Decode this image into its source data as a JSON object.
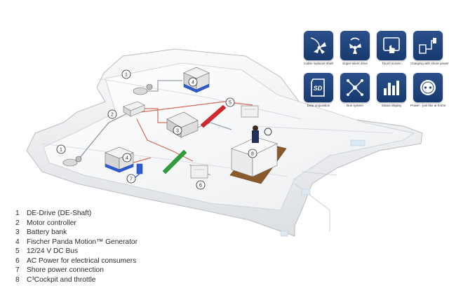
{
  "icons": [
    {
      "icon": "propeller-shaft-icon",
      "caption": "Cable replaces shaft"
    },
    {
      "icon": "silent-propeller-icon",
      "caption": "Super-silent drive"
    },
    {
      "icon": "touch-screen-icon",
      "caption": "Touch screen"
    },
    {
      "icon": "shore-power-charging-icon",
      "caption": "Charging with shore power"
    },
    {
      "icon": "sd-card-icon",
      "caption": "Data acquisition"
    },
    {
      "icon": "bus-system-icon",
      "caption": "Bus system"
    },
    {
      "icon": "status-display-icon",
      "caption": "Status display"
    },
    {
      "icon": "power-socket-icon",
      "caption": "Power - just like at home"
    }
  ],
  "legend": [
    {
      "number": "1",
      "text": "DE-Drive (DE-Shaft)"
    },
    {
      "number": "2",
      "text": "Motor controller"
    },
    {
      "number": "3",
      "text": "Battery bank"
    },
    {
      "number": "4",
      "text": "Fischer Panda Motion™ Generator"
    },
    {
      "number": "5",
      "text": "12/24 V DC Bus"
    },
    {
      "number": "6",
      "text": "AC Power for electrical consumers"
    },
    {
      "number": "7",
      "text": "Shore power connection"
    },
    {
      "number": "8",
      "text": "C³Cockpit and throttle"
    }
  ],
  "callouts": [
    "1",
    "1",
    "2",
    "3",
    "4",
    "4",
    "5",
    "6",
    "7",
    "8"
  ],
  "colors": {
    "icon_tile": "#1f4682",
    "dc_bus_red": "#d4262b",
    "ac_green": "#2e9e3a",
    "generator_blue": "#2d5bd6",
    "deck_wood": "#8a5a2b"
  }
}
